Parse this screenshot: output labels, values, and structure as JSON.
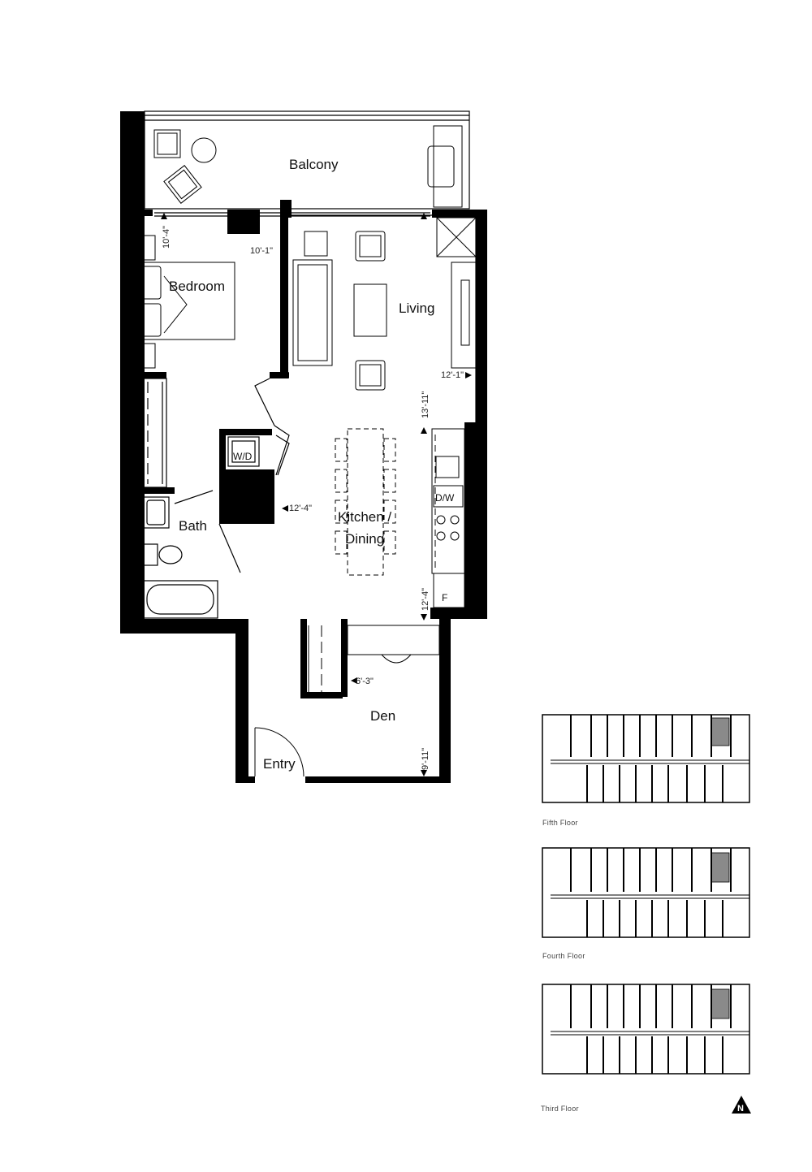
{
  "rooms": {
    "balcony": "Balcony",
    "bedroom": "Bedroom",
    "living": "Living",
    "kitchen_line1": "Kitchen /",
    "kitchen_line2": "Dining",
    "bath": "Bath",
    "den": "Den",
    "entry": "Entry"
  },
  "fixtures": {
    "washer_dryer": "W/D",
    "dishwasher": "D/W",
    "fridge": "F"
  },
  "dimensions": {
    "bedroom_width": "10'-4\"",
    "bedroom_depth": "10'-1\"",
    "living_width": "12'-1\"",
    "living_depth": "13'-11\"",
    "kitchen_width": "12'-4\"",
    "kitchen_depth": "12'-4\"",
    "den_width": "6'-3\"",
    "den_depth": "9'-11\""
  },
  "key_plans": [
    {
      "label": "Fifth Floor"
    },
    {
      "label": "Fourth Floor"
    },
    {
      "label": "Third Floor"
    }
  ],
  "north_arrow": {
    "letter": "N",
    "icon": "north-arrow-icon"
  },
  "colors": {
    "wall": "#000000",
    "highlight_unit": "#8a8a8a"
  }
}
